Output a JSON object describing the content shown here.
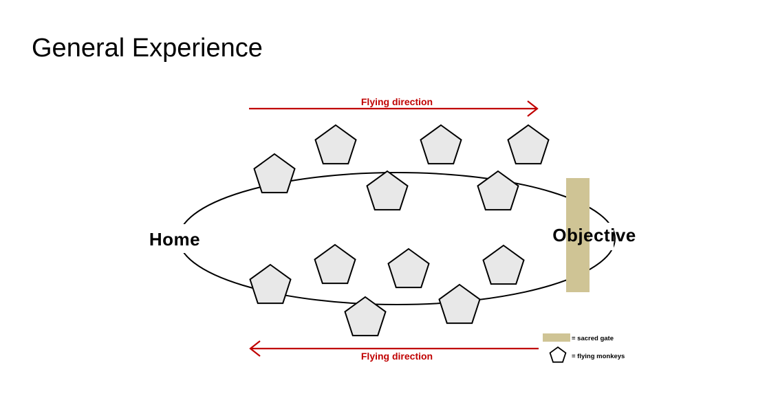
{
  "title": "General Experience",
  "colors": {
    "arrow": "#c00000",
    "gate": "#cfc495",
    "monkey_fill": "#e8e8e8",
    "stroke": "#000000"
  },
  "arrows": {
    "top_label": "Flying direction",
    "bottom_label": "Flying direction"
  },
  "nodes": {
    "home": "Home",
    "objective": "Objective"
  },
  "legend": {
    "gate": "= sacred gate",
    "monkeys": "= flying monkeys"
  },
  "icons": {
    "monkey": "pentagon-icon",
    "gate": "rectangle-icon"
  }
}
